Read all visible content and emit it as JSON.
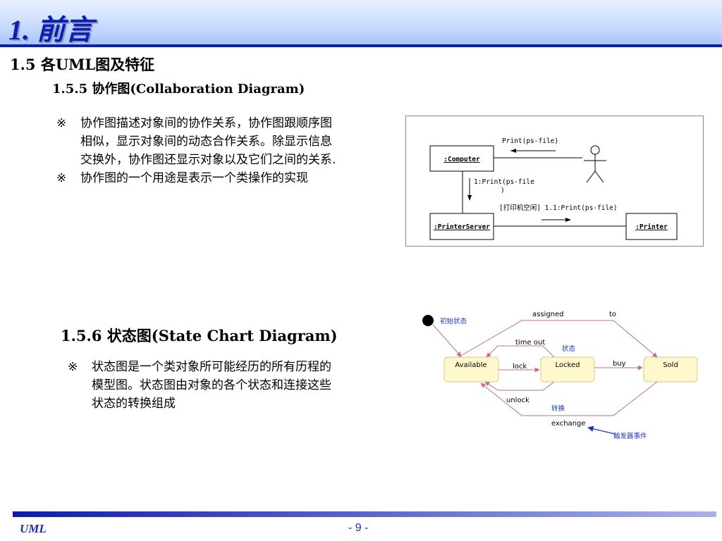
{
  "slide": {
    "title": "1. 前言",
    "section_heading": "1.5 各UML图及特征",
    "subsection_collab": "1.5.5  协作图(Collaboration Diagram)",
    "subsection_state": "1.5.6  状态图(State Chart Diagram)",
    "bullet_mark": "※",
    "collab_bullets": [
      [
        "协作图描述对象间的协作关系，协作图跟顺序图",
        "相似，显示对象间的动态合作关系。除显示信息",
        "交换外，协作图还显示对象以及它们之间的关系."
      ],
      [
        "协作图的一个用途是表示一个类操作的实现"
      ]
    ],
    "state_bullets": [
      [
        "状态图是一个类对象所可能经历的所有历程的",
        "模型图。状态图由对象的各个状态和连接这些",
        "状态的转换组成"
      ]
    ]
  },
  "collab_diagram": {
    "computer": ":Computer",
    "printer_server": ":PrinterServer",
    "printer": ":Printer",
    "msg_top": "Print(ps-file)",
    "msg_down_line1": "1:Print(ps-file",
    "msg_down_line2": ")",
    "msg_bottom": "[打印机空闲] 1.1:Print(ps-file)"
  },
  "state_diagram": {
    "initial_label": "初始状态",
    "state_label": "状态",
    "transition_label": "转换",
    "trigger_label": "触发器事件",
    "states": {
      "available": "Available",
      "locked": "Locked",
      "sold": "Sold"
    },
    "events": {
      "assigned": "assigned",
      "to": "to",
      "timeout": "time out",
      "lock": "lock",
      "buy": "buy",
      "unlock": "unlock",
      "exchange": "exchange"
    }
  },
  "footer": {
    "left": "UML",
    "page": "- 9 -"
  },
  "colors": {
    "title_blue": "#0d1fb0",
    "state_fill": "#fff8cc",
    "transition_line": "#c07080",
    "annotation_blue": "#1a33cc"
  }
}
